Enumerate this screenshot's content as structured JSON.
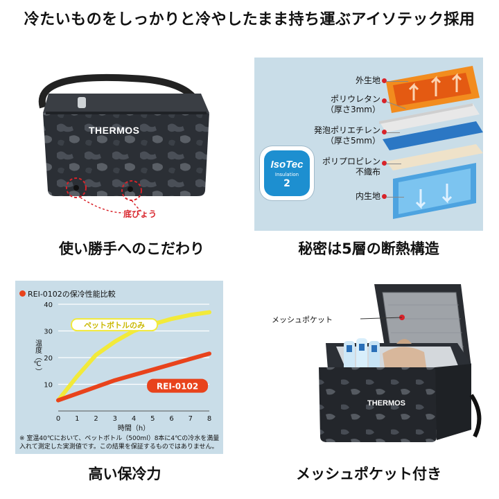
{
  "headline": "冷たいものをしっかりと冷やしたまま持ち運ぶアイソテック採用",
  "panels": {
    "top_left": {
      "brand": "THERMOS",
      "callout": "底びょう",
      "caption": "使い勝手へのこだわり"
    },
    "top_right": {
      "caption": "秘密は5層の断熱構造",
      "layers": [
        {
          "label": "外生地"
        },
        {
          "label": "ポリウレタン\n（厚さ3mm）"
        },
        {
          "label": "発泡ポリエチレン\n（厚さ5mm）"
        },
        {
          "label": "ポリプロピレン\n不織布"
        },
        {
          "label": "内生地"
        }
      ],
      "badge": {
        "brand": "IsoTec",
        "sub": "Insulation",
        "number": "2"
      }
    },
    "bottom_left": {
      "caption": "高い保冷力",
      "chart_title": "REI-0102の保冷性能比較",
      "note": "※ 室温40℃において、ペットボトル（500ml）8本に4℃の冷水を満量入れて測定した実測値です。この結果を保証するものではありません。"
    },
    "bottom_right": {
      "caption": "メッシュポケット付き",
      "callout": "メッシュポケット",
      "brand": "THERMOS"
    }
  },
  "colors": {
    "panel_bg": "#c9dde8",
    "accent_red": "#e8431c",
    "accent_yellow": "#f2ea3a",
    "callout_red": "#d8232a"
  },
  "chart_data": {
    "type": "line",
    "title": "REI-0102の保冷性能比較",
    "xlabel": "時間（h）",
    "ylabel": "温度（℃）",
    "xlim": [
      0,
      8
    ],
    "ylim": [
      0,
      40
    ],
    "x_ticks": [
      0,
      1,
      2,
      3,
      4,
      5,
      6,
      7,
      8
    ],
    "y_ticks": [
      10,
      20,
      30,
      40
    ],
    "grid": true,
    "series": [
      {
        "name": "ペットボトルのみ",
        "color": "#f2ea3a",
        "x": [
          0,
          1,
          2,
          3,
          4,
          5,
          6,
          7,
          8
        ],
        "y": [
          4,
          13,
          21,
          26,
          30,
          32.5,
          34.5,
          36,
          37
        ]
      },
      {
        "name": "REI-0102",
        "color": "#e8431c",
        "x": [
          0,
          1,
          2,
          3,
          4,
          5,
          6,
          7,
          8
        ],
        "y": [
          4,
          6.5,
          9,
          11.5,
          13.5,
          15.5,
          17.5,
          19.5,
          21.5
        ]
      }
    ]
  }
}
